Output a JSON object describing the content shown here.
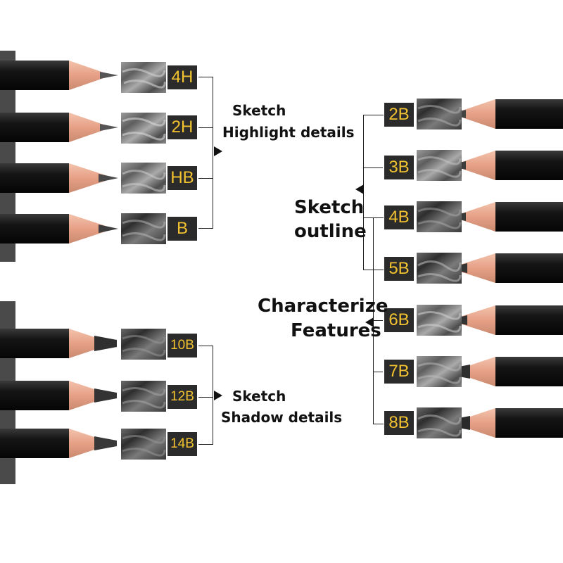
{
  "groups": {
    "highlight": {
      "grades": [
        "4H",
        "2H",
        "HB",
        "B"
      ],
      "line1": "Sketch",
      "line2": "Highlight details"
    },
    "shadow": {
      "grades": [
        "10B",
        "12B",
        "14B"
      ],
      "line1": "Sketch",
      "line2": "Shadow details"
    },
    "outline": {
      "grades": [
        "2B",
        "3B",
        "4B",
        "5B"
      ],
      "line1": "Sketch",
      "line2": "outline"
    },
    "features": {
      "grades": [
        "6B",
        "7B",
        "8B"
      ],
      "line1": "Characterize",
      "line2": "Features"
    }
  },
  "colors": {
    "grade_text": "#f2c230",
    "grade_bg": "#2b2b2b",
    "pencil_body": "#1a1a1a",
    "wood": "#e7a98e"
  }
}
